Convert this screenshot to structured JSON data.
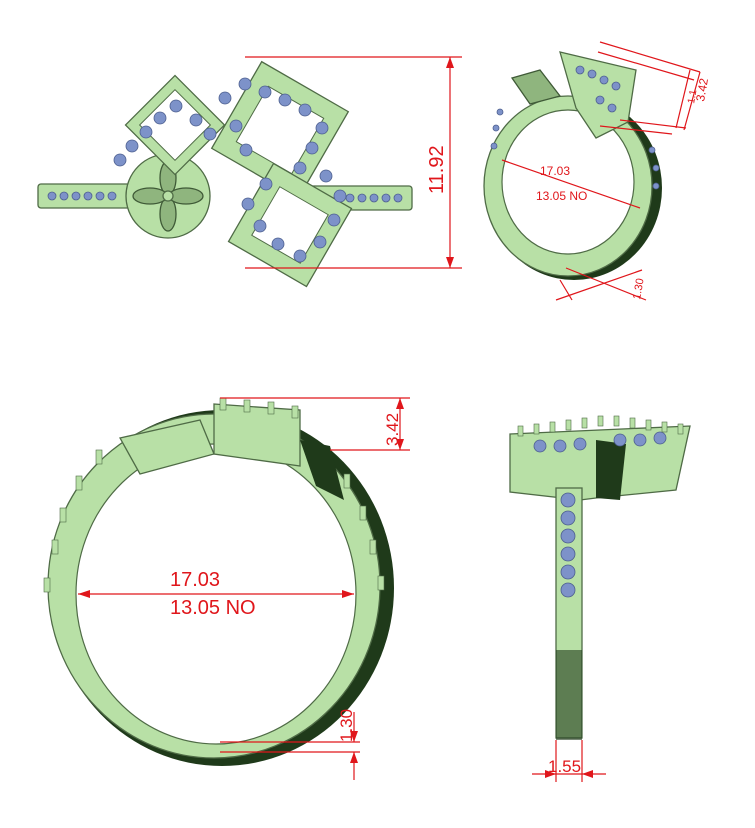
{
  "colors": {
    "metal": "#b8e0a6",
    "stone": "#7d92c9",
    "dimension": "#e0161b",
    "background": "#ffffff"
  },
  "views": {
    "top": {
      "height_label": "11.92"
    },
    "perspective": {
      "diameter_label": "17.03",
      "size_label": "13.05 NO",
      "top_label_a": "3.42",
      "top_label_b": "1.1",
      "band_label": "1.30"
    },
    "front": {
      "top_height_label": "3.42",
      "diameter_label": "17.03",
      "size_label": "13.05 NO",
      "band_height_label": "1.30"
    },
    "side": {
      "width_label": "1.55"
    }
  }
}
